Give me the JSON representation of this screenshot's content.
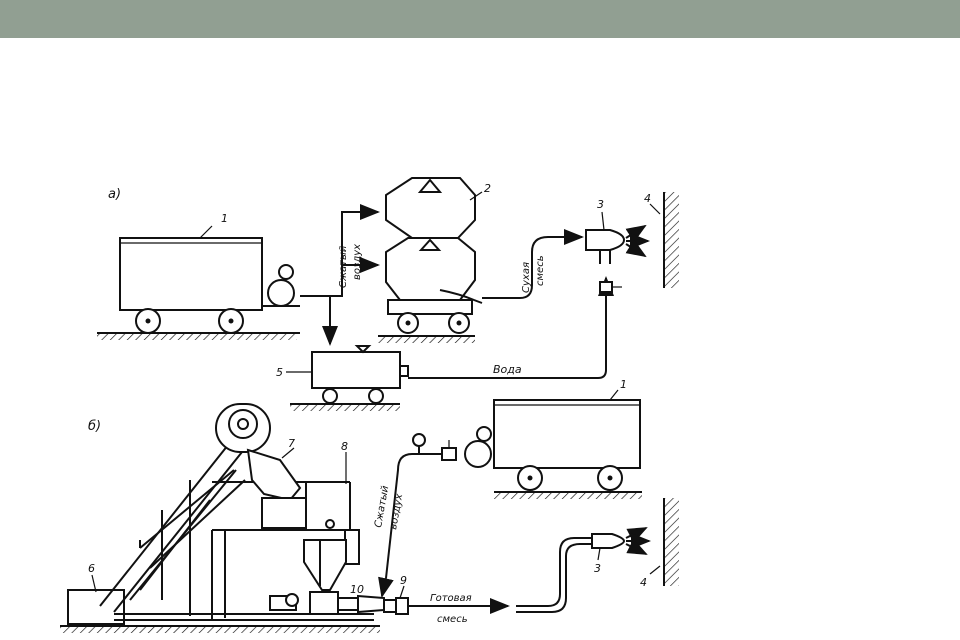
{
  "colors": {
    "topbar": "#919f92",
    "ink": "#111111",
    "background": "#ffffff"
  },
  "diagram": {
    "part_a": {
      "label": "а)",
      "numbers": {
        "n1": "1",
        "n2": "2",
        "n3": "3",
        "n4": "4",
        "n5": "5"
      },
      "labels": {
        "compressed_air_1": "Сжатый",
        "compressed_air_2": "воздух",
        "dry_mix_1": "Сухая",
        "dry_mix_2": "смесь",
        "water": "Вода"
      }
    },
    "part_b": {
      "label": "б)",
      "numbers": {
        "n1": "1",
        "n3": "3",
        "n4": "4",
        "n6": "6",
        "n7": "7",
        "n8": "8",
        "n9": "9",
        "n10": "10"
      },
      "labels": {
        "compressed_air_1": "Сжатый",
        "compressed_air_2": "воздух",
        "ready_mix_1": "Готовая",
        "ready_mix_2": "смесь"
      }
    }
  }
}
